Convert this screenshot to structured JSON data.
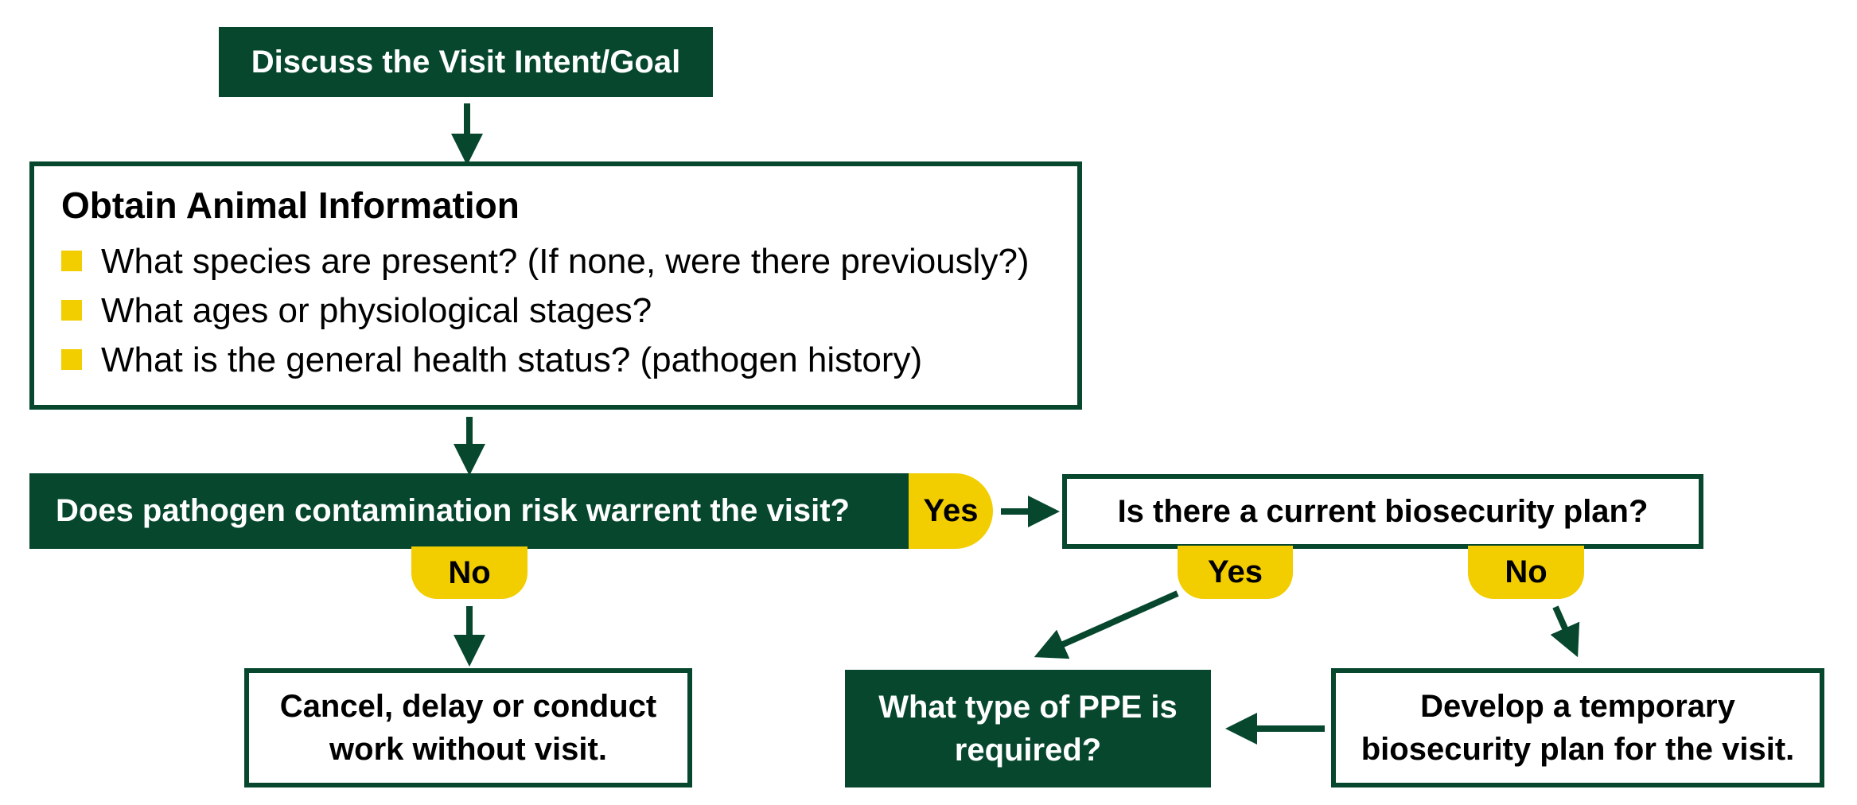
{
  "title_box": {
    "text": "Discuss the Visit Intent/Goal"
  },
  "info_box": {
    "heading": "Obtain Animal Information",
    "items": [
      "What species are present? (If none, were there previously?)",
      "What ages or physiological stages?",
      "What is the general health status? (pathogen history)"
    ]
  },
  "risk_question": {
    "text": "Does pathogen contamination risk warrent the visit?",
    "yes": "Yes",
    "no": "No"
  },
  "plan_question": {
    "text": "Is there a current biosecurity plan?",
    "yes": "Yes",
    "no": "No"
  },
  "cancel_box": {
    "line1": "Cancel, delay or conduct",
    "line2": "work without visit."
  },
  "ppe_box": {
    "line1": "What type of PPE is",
    "line2": "required?"
  },
  "temp_plan_box": {
    "line1": "Develop a temporary",
    "line2": "biosecurity plan for the visit."
  },
  "colors": {
    "dark_green": "#06472e",
    "yellow": "#f2cd00",
    "white": "#ffffff"
  }
}
